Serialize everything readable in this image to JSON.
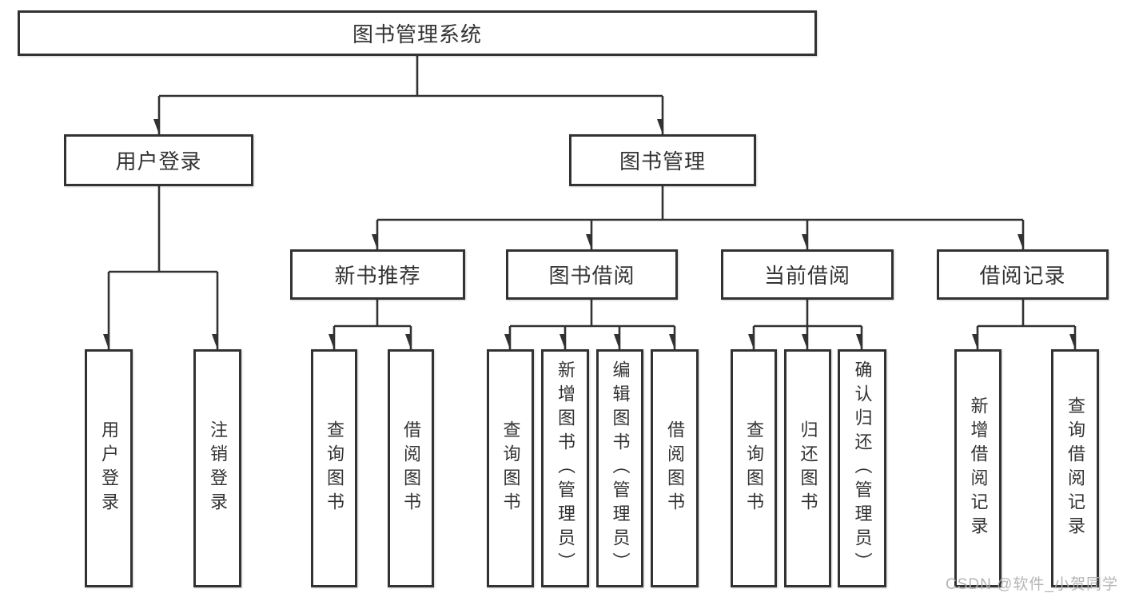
{
  "tree": {
    "label": "图书管理系统",
    "children": [
      {
        "label": "用户登录",
        "children": [
          {
            "label": "用户登录"
          },
          {
            "label": "注销登录"
          }
        ]
      },
      {
        "label": "图书管理",
        "children": [
          {
            "label": "新书推荐",
            "children": [
              {
                "label": "查询图书"
              },
              {
                "label": "借阅图书"
              }
            ]
          },
          {
            "label": "图书借阅",
            "children": [
              {
                "label": "查询图书"
              },
              {
                "label": "新增图书（管理员）"
              },
              {
                "label": "编辑图书（管理员）"
              },
              {
                "label": "借阅图书"
              }
            ]
          },
          {
            "label": "当前借阅",
            "children": [
              {
                "label": "查询图书"
              },
              {
                "label": "归还图书"
              },
              {
                "label": "确认归还（管理员）"
              }
            ]
          },
          {
            "label": "借阅记录",
            "children": [
              {
                "label": "新增借阅记录"
              },
              {
                "label": "查询借阅记录"
              }
            ]
          }
        ]
      }
    ]
  },
  "watermark": {
    "text": "CSDN @软件_小贺同学"
  },
  "colors": {
    "line": "#323232",
    "text": "#333333",
    "box_background": "#ffffff",
    "watermark": "#b1b1b1",
    "background": "#ffffff"
  }
}
